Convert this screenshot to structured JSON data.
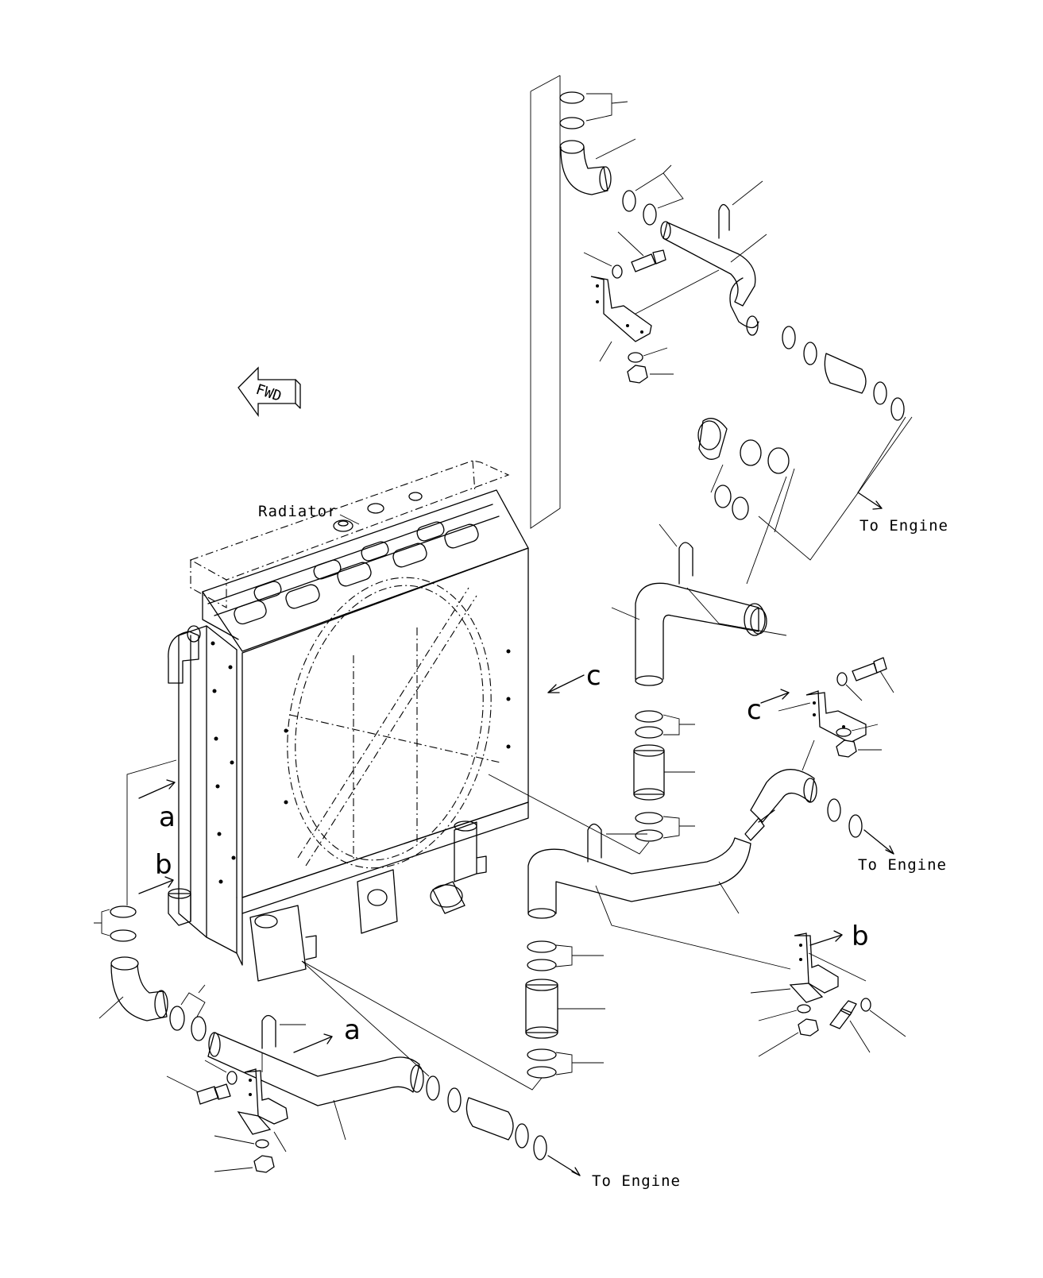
{
  "labels": {
    "radiator": "Radiator",
    "fwd": "FWD",
    "to_engine_1": "To Engine",
    "to_engine_2": "To Engine",
    "to_engine_3": "To Engine"
  },
  "markers": {
    "a_top": "a",
    "a_bottom": "a",
    "b_top": "b",
    "b_bottom": "b",
    "c_top": "c",
    "c_bottom": "c"
  }
}
